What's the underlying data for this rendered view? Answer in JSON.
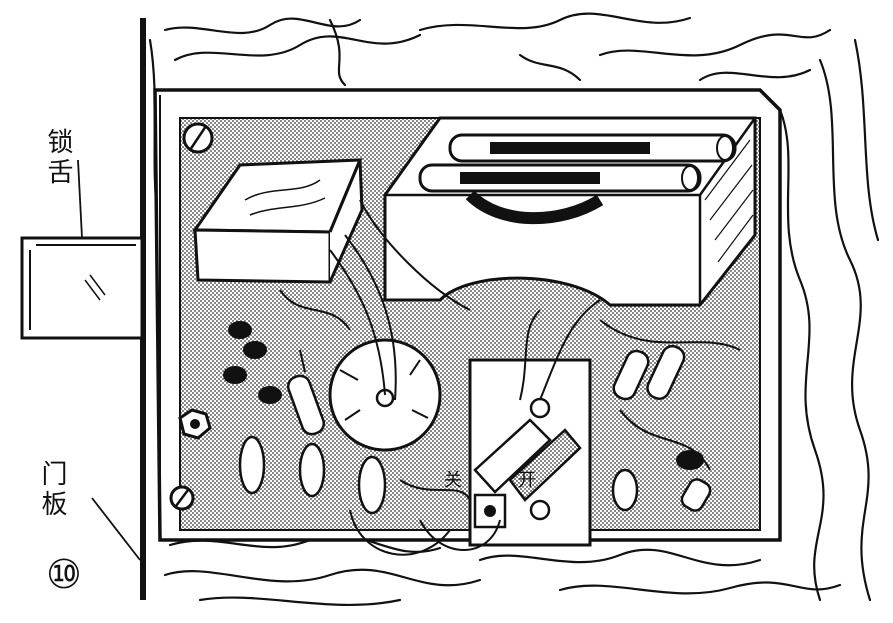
{
  "figure": {
    "label_bolt": "锁舌",
    "label_door_panel": "门板",
    "label_close": "关",
    "label_open": "开",
    "figure_number": "⑩"
  },
  "colors": {
    "ink": "#111111",
    "paper": "#ffffff",
    "screen_tone": "#555555"
  }
}
